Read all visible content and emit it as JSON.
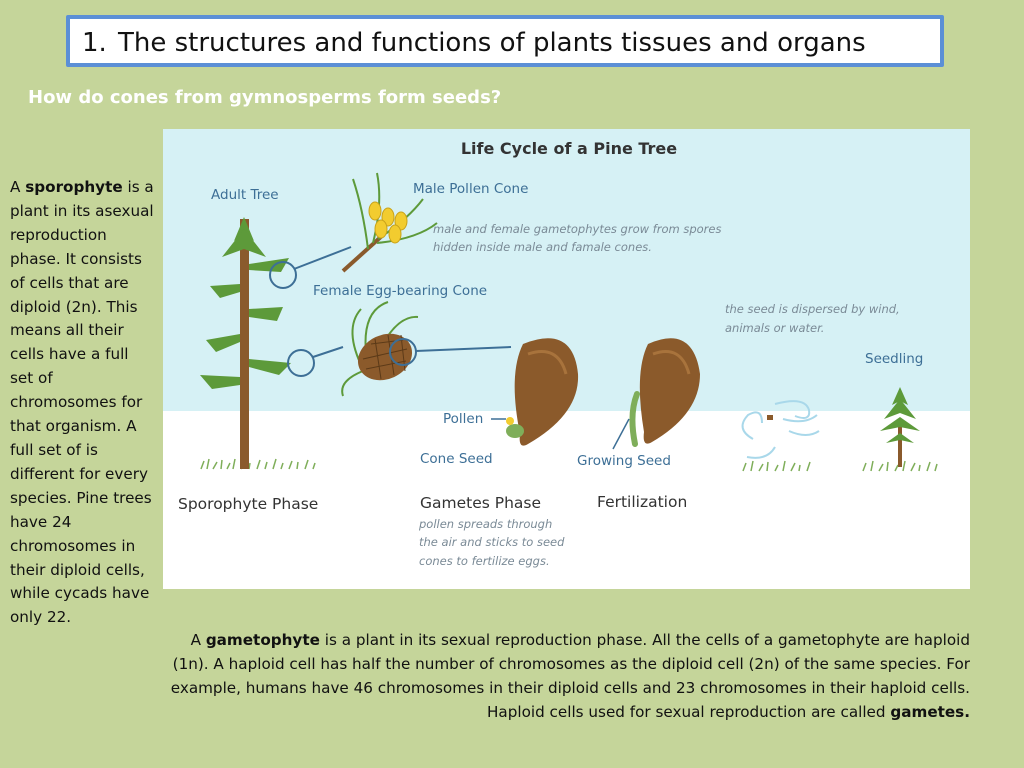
{
  "slide": {
    "title_number": "1.",
    "title": "The structures and functions of plants tissues and organs",
    "subtitle": "How do cones from gymnosperms form seeds?"
  },
  "sporophyte_text": {
    "pre": "A ",
    "term": "sporophyte",
    "body": " is a plant in its asexual reproduction phase. It consists of cells that are diploid (2n). This means all their cells have a full set of chromosomes for that organism. A full set of is different for every species. Pine trees have 24 chromosomes in their diploid cells, while cycads have only 22."
  },
  "gametophyte_text": {
    "pre": "A ",
    "term": "gametophyte",
    "body": " is a plant in its sexual reproduction phase. All the cells of a gametophyte are haploid (1n). A haploid cell has half the number of chromosomes as the diploid cell (2n) of the same species. For example, humans have 46 chromosomes in their diploid cells and 23 chromosomes in their haploid cells. Haploid cells used for sexual reproduction are called  ",
    "term2": "gametes."
  },
  "diagram": {
    "title": "Life Cycle of a Pine Tree",
    "adult_tree": "Adult Tree",
    "male_cone": "Male Pollen Cone",
    "gametophyte_note_1": "male and female gametophytes grow from spores",
    "gametophyte_note_2": "hidden inside male and famale cones.",
    "female_cone": "Female Egg-bearing Cone",
    "dispersal_note_1": "the seed is dispersed by wind,",
    "dispersal_note_2": "animals or water.",
    "seedling": "Seedling",
    "pollen": "Pollen",
    "cone_seed": "Cone Seed",
    "growing_seed": "Growing Seed",
    "sporophyte_phase": "Sporophyte Phase",
    "gametes_phase": "Gametes Phase",
    "fertilization": "Fertilization",
    "pollen_note_1": "pollen spreads through",
    "pollen_note_2": "the air and sticks to seed",
    "pollen_note_3": "cones to fertilize eggs.",
    "colors": {
      "sky": "#d6f1f5",
      "ground": "#ffffff",
      "label_blue": "#3d6f96",
      "note_gray": "#7a8a96",
      "trunk": "#8a5a2c",
      "needle": "#5d9a3a",
      "seed": "#8b5a2b"
    }
  }
}
